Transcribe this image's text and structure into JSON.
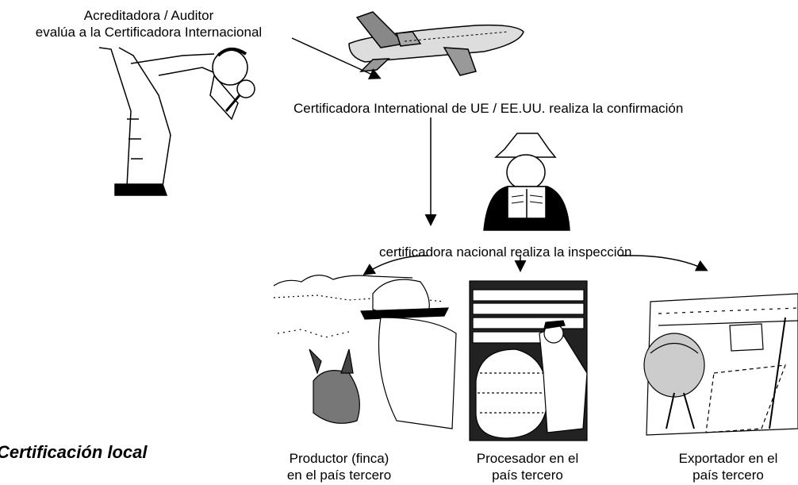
{
  "auditor": {
    "line1": "Acreditadora / Auditor",
    "line2": "evalúa a la Certificadora Internacional"
  },
  "international": {
    "text": "Certificadora International de UE / EE.UU. realiza la confirmación"
  },
  "national": {
    "text": "certificadora nacional realiza la inspección"
  },
  "producer": {
    "line1": "Productor (finca)",
    "line2": "en el país tercero"
  },
  "processor": {
    "line1": "Procesador en el",
    "line2": "país tercero"
  },
  "exporter": {
    "line1": "Exportador en el",
    "line2": "país tercero"
  },
  "title": "Certificación local"
}
